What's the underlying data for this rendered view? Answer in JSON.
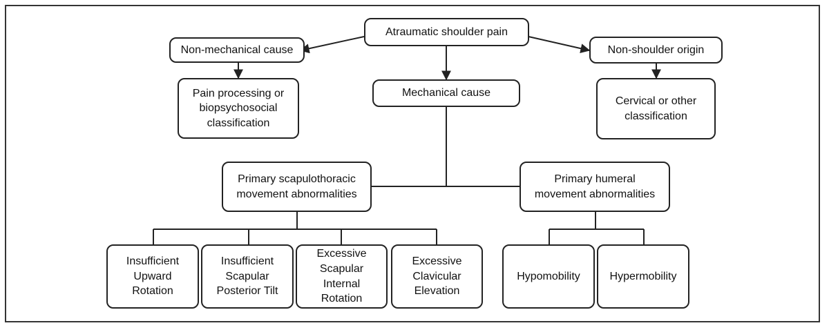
{
  "nodes": {
    "root": "Atraumatic shoulder pain",
    "non_mechanical": "Non-mechanical cause",
    "pain_processing": "Pain processing or\nbiopsychosocial\nclassification",
    "mechanical": "Mechanical cause",
    "non_shoulder": "Non-shoulder origin",
    "cervical": "Cervical or other\nclassification",
    "scapulothoracic": "Primary scapulothoracic\nmovement abnormalities",
    "humeral": "Primary humeral\nmovement abnormalities",
    "insufficient_upward": "Insufficient\nUpward\nRotation",
    "insufficient_posterior": "Insufficient\nScapular\nPosterior Tilt",
    "excessive_internal": "Excessive\nScapular\nInternal\nRotation",
    "excessive_clavicular": "Excessive\nClavicular\nElevation",
    "hypomobility": "Hypomobility",
    "hypermobility": "Hypermobility"
  }
}
